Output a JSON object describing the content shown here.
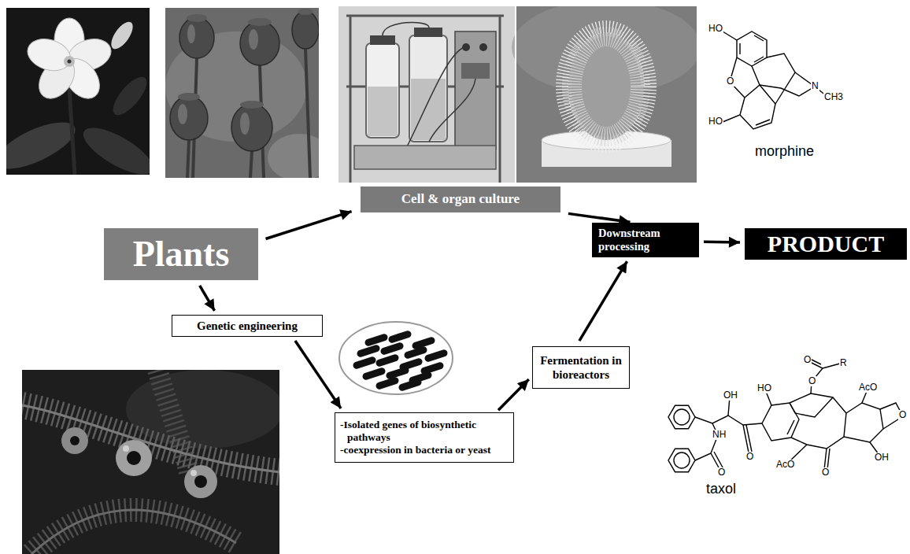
{
  "diagram": {
    "nodes": [
      {
        "text": [
          "Plants"
        ]
      },
      {
        "text": [
          "Cell & organ culture"
        ]
      },
      {
        "text": [
          "Downstream processing"
        ]
      },
      {
        "text": [
          "PRODUCT"
        ]
      },
      {
        "text": [
          "Genetic engineering"
        ]
      },
      {
        "text": [
          "-Isolated genes of biosynthetic pathways",
          "-coexpression in bacteria or yeast"
        ]
      },
      {
        "text": [
          "Fermentation in bioreactors"
        ]
      }
    ],
    "edges": [
      {
        "from": 0,
        "to": 1,
        "arrow": "to"
      },
      {
        "from": 1,
        "to": 2,
        "arrow": "to"
      },
      {
        "from": 2,
        "to": 3,
        "arrow": "to"
      },
      {
        "from": 0,
        "to": 4,
        "arrow": "to"
      },
      {
        "from": 4,
        "to": 5,
        "arrow": "to"
      },
      {
        "from": 5,
        "to": 6,
        "arrow": "to"
      },
      {
        "from": 6,
        "to": 2,
        "arrow": "to"
      }
    ],
    "labels": [
      "morphine",
      "HO",
      "O",
      "HO",
      "N",
      "CH3",
      "taxol",
      "O",
      "R",
      "O",
      "HO",
      "AcO",
      "O",
      "OH",
      "NH",
      "O",
      "O",
      "AcO",
      "O",
      "OH"
    ]
  }
}
